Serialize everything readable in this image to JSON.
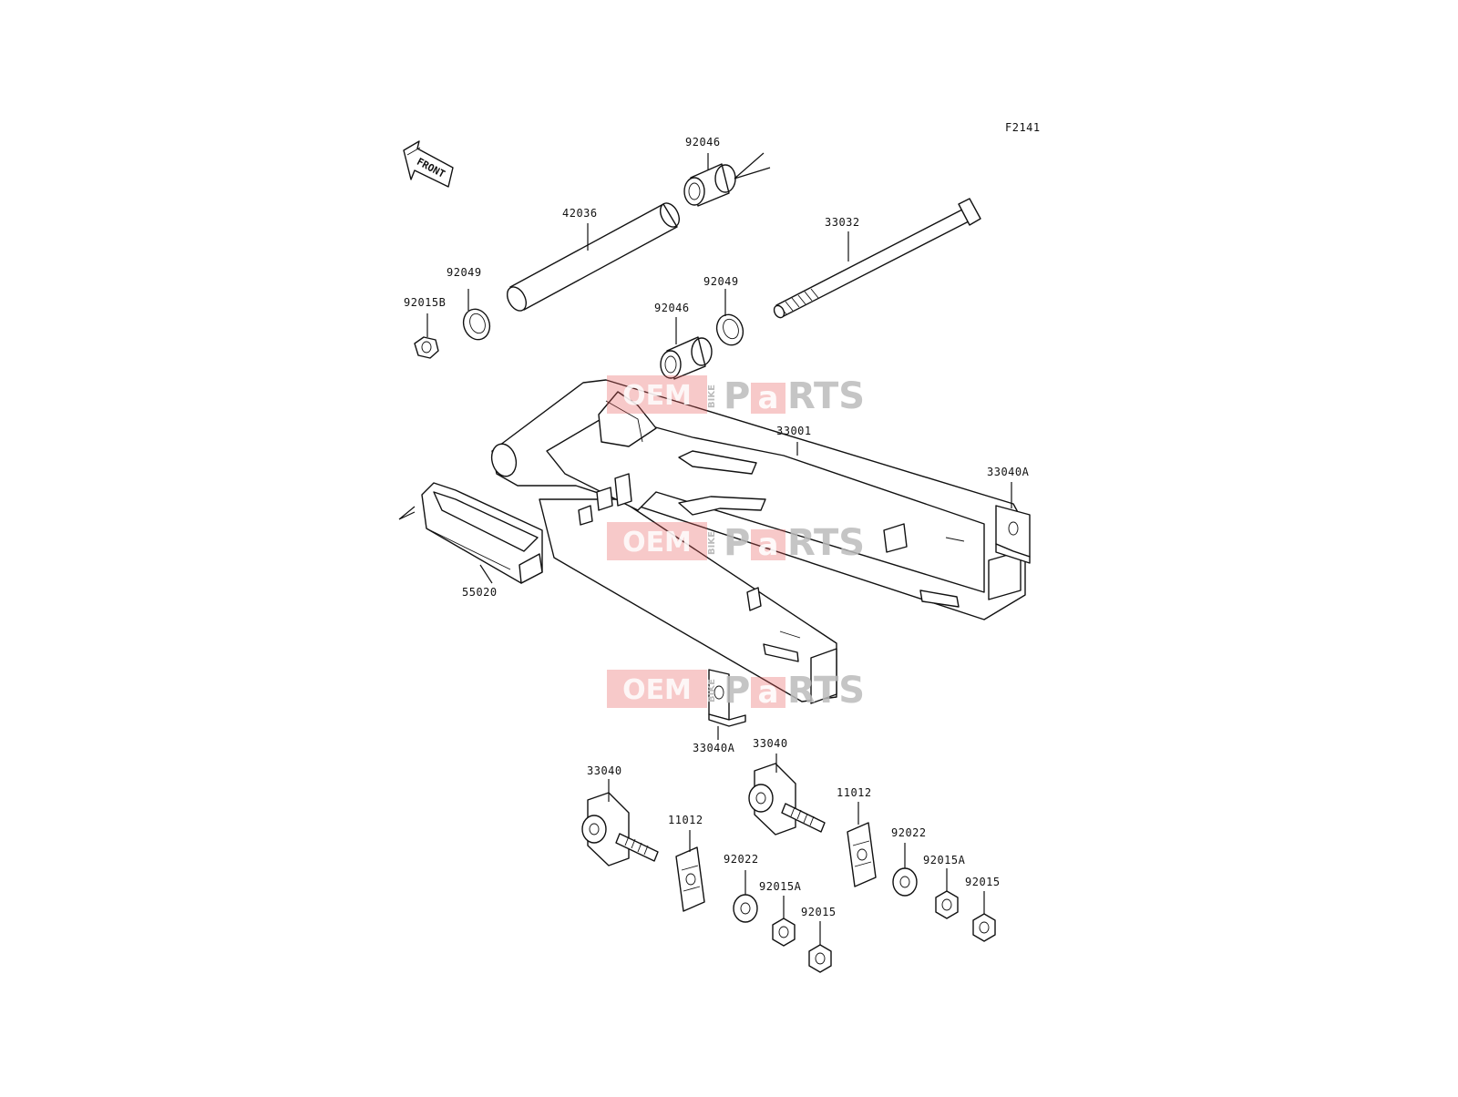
{
  "diagram_code": "F2141",
  "front_label": "FRONT",
  "watermark": {
    "oem": "OEM",
    "bike": "BIKE",
    "p": "P",
    "a": "a",
    "rts": "RTS"
  },
  "labels": {
    "l_92046_top": "92046",
    "l_42036": "42036",
    "l_33032": "33032",
    "l_92049_left": "92049",
    "l_92015B": "92015B",
    "l_92049_right": "92049",
    "l_92046_mid": "92046",
    "l_33001": "33001",
    "l_33040A_right": "33040A",
    "l_55020": "55020",
    "l_33040A_mid": "33040A",
    "l_33040_left": "33040",
    "l_33040_right": "33040",
    "l_11012_left": "11012",
    "l_11012_right": "11012",
    "l_92022_left": "92022",
    "l_92022_right": "92022",
    "l_92015A_left": "92015A",
    "l_92015A_right": "92015A",
    "l_92015_left": "92015",
    "l_92015_right": "92015"
  }
}
